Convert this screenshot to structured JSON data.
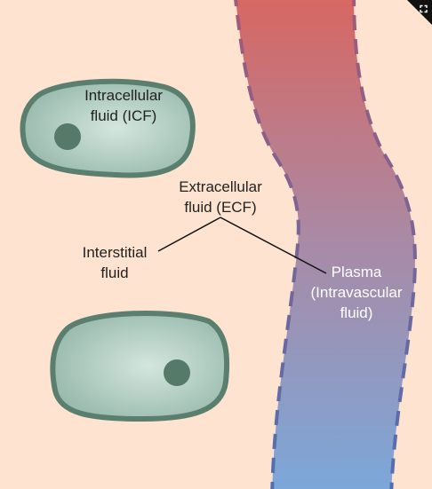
{
  "colors": {
    "background": "#fde3d0",
    "cell_fill_center": "#d4e6df",
    "cell_fill_edge": "#97b9ab",
    "cell_border": "#5b7f6e",
    "nucleus": "#567a69",
    "vessel_top": "#d96660",
    "vessel_bottom": "#7aa8da",
    "vessel_border_top": "#a35a78",
    "vessel_border_bottom": "#4f6fb3",
    "leader_line": "#111111"
  },
  "labels": {
    "icf": {
      "line1": "Intracellular",
      "line2": "fluid (ICF)"
    },
    "ecf": {
      "line1": "Extracellular",
      "line2": "fluid (ECF)"
    },
    "interstitial": {
      "line1": "Interstitial",
      "line2": "fluid"
    },
    "plasma": {
      "line1": "Plasma",
      "line2": "(Intravascular",
      "line3": "fluid)"
    }
  },
  "icons": {
    "expand": "expand-icon"
  }
}
